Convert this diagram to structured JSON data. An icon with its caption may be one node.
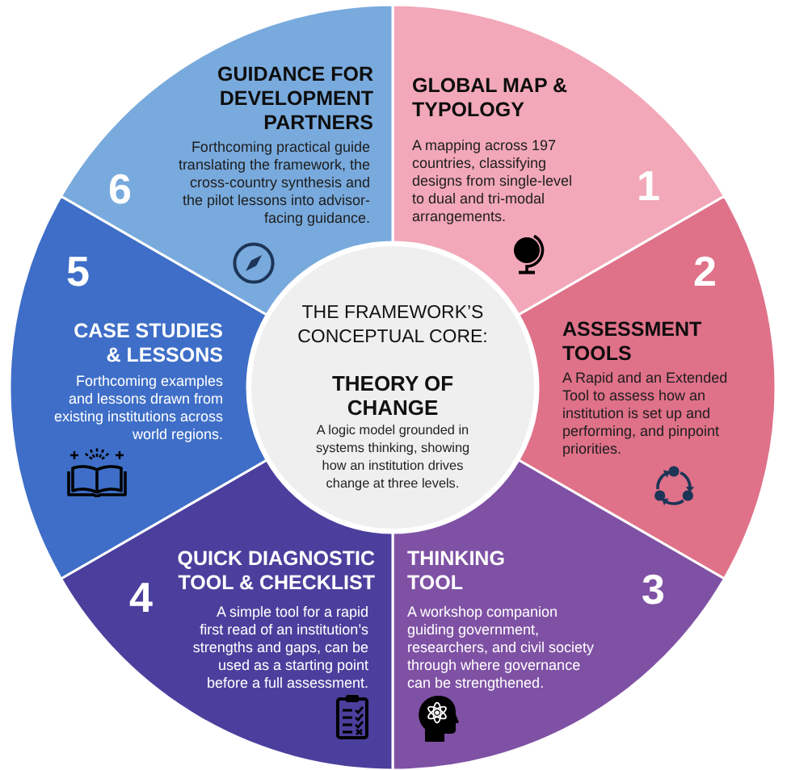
{
  "diagram": {
    "nodes": [
      {
        "text": [
          "THE FRAMEWORK’S CONCEPTUAL CORE:",
          "THEORY OF CHANGE",
          "A logic model grounded in systems thinking, showing how an institution drives change at three levels."
        ]
      },
      {
        "text": [
          "1",
          "GLOBAL MAP & TYPOLOGY",
          "A mapping across 197 countries, classifying designs from single-level to dual and tri-modal arrangements."
        ]
      },
      {
        "text": [
          "2",
          "ASSESSMENT TOOLS",
          "A Rapid and an Extended Tool to assess how an institution is set up and performing, and pinpoint priorities."
        ]
      },
      {
        "text": [
          "3",
          "THINKING TOOL",
          "A workshop companion guiding government, researchers, and civil society through where governance can be strengthened."
        ]
      },
      {
        "text": [
          "4",
          "QUICK DIAGNOSTIC TOOL & CHECKLIST",
          "A simple tool for a rapid first read of an institution’s strengths and gaps, can be used as a starting point before a full assessment."
        ]
      },
      {
        "text": [
          "5",
          "CASE STUDIES & LESSONS",
          "Forthcoming examples and lessons drawn from existing institutions across world regions."
        ]
      },
      {
        "text": [
          "6",
          "GUIDANCE FOR DEVELOPMENT PARTNERS",
          "Forthcoming practical guide translating the framework, the cross-country synthesis and the pilot lessons into advisor-facing guidance."
        ]
      }
    ]
  }
}
